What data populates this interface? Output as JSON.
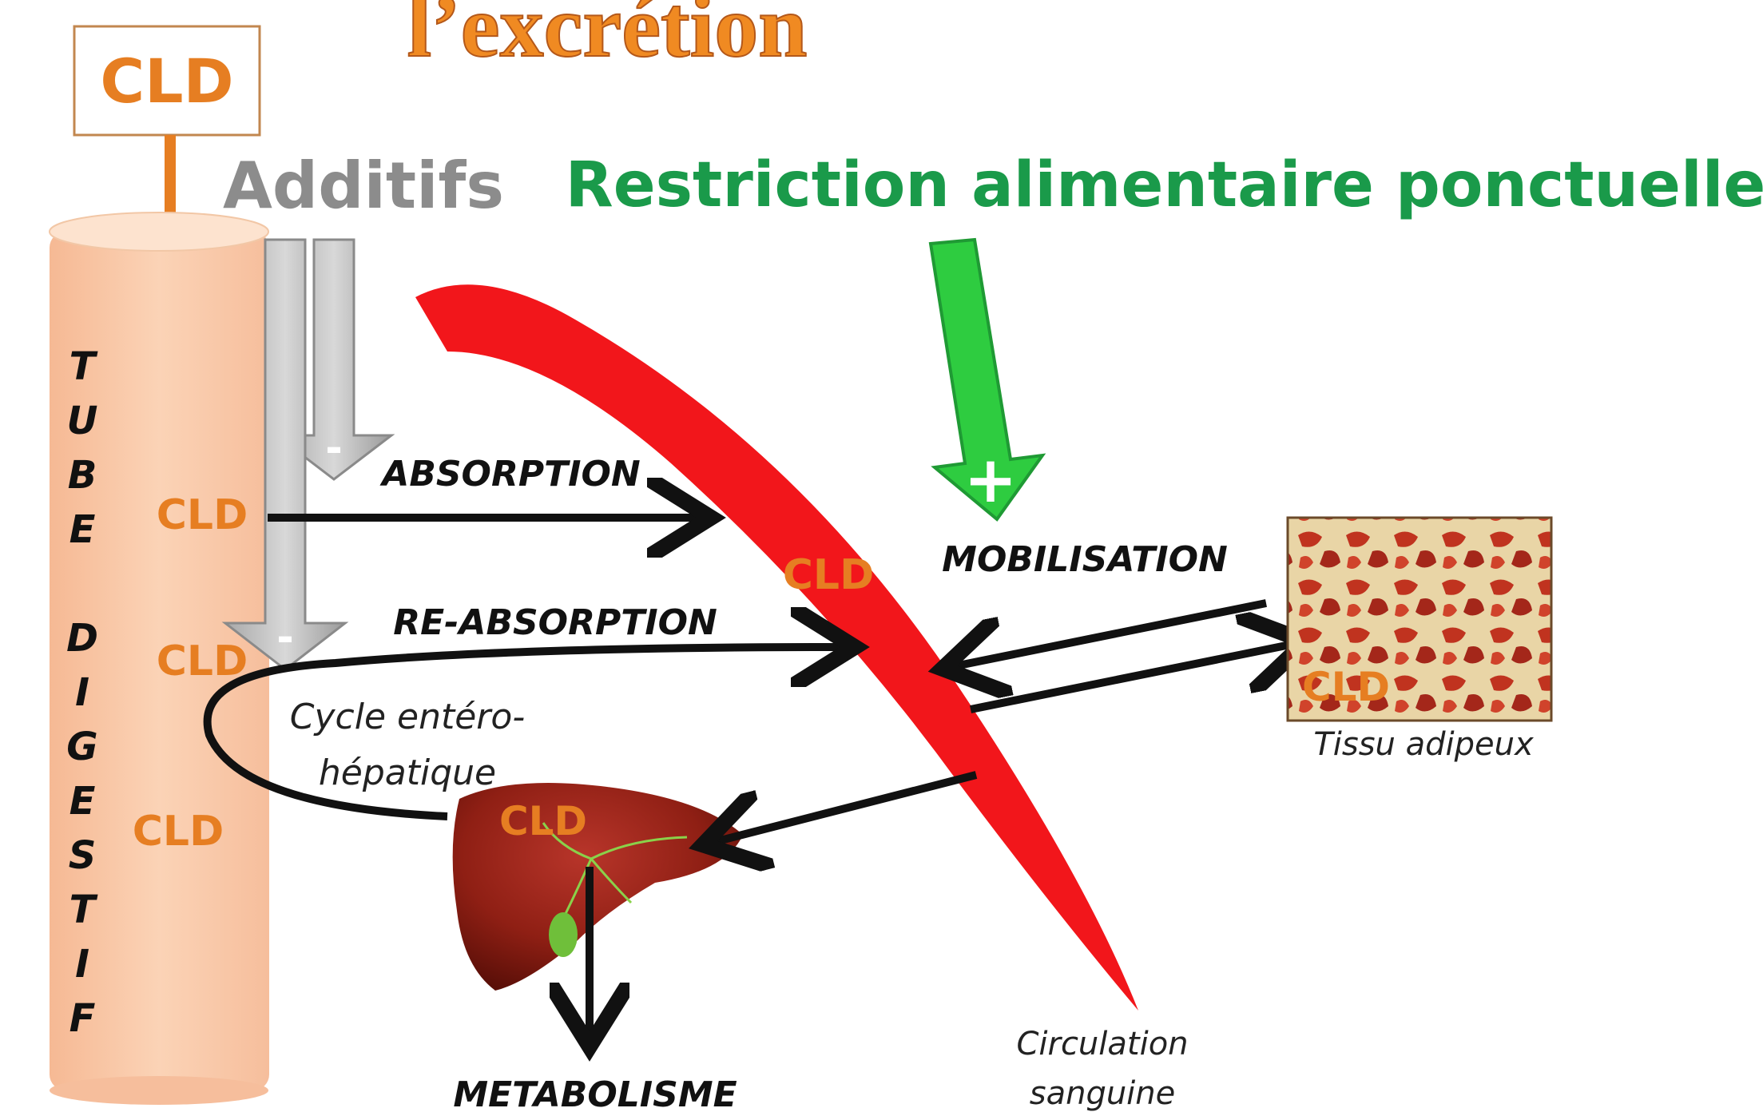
{
  "title": "l’excrétion",
  "cld_box_label": "CLD",
  "additifs_label": "Additifs",
  "restriction_label": "Restriction alimentaire ponctuelle",
  "tube_letters": [
    "T",
    "U",
    "B",
    "E",
    "D",
    "I",
    "G",
    "E",
    "S",
    "T",
    "I",
    "F"
  ],
  "tube_cld_labels": [
    "CLD",
    "CLD",
    "CLD"
  ],
  "absorption_label": "ABSORPTION",
  "reabsorption_label": "RE-ABSORPTION",
  "cycle_line1": "Cycle entéro-",
  "cycle_line2": "hépatique",
  "mobilisation_label": "MOBILISATION",
  "blood_cld_label": "CLD",
  "liver_cld_label": "CLD",
  "adipose_cld_label": "CLD",
  "tissu_adipeux_label": "Tissu adipeux",
  "circulation_line1": "Circulation",
  "circulation_line2": "sanguine",
  "metabolisme_label": "METABOLISME",
  "minus_sign": "-",
  "plus_sign": "+",
  "colors": {
    "orange": "#e67e22",
    "grey": "#8c8c8c",
    "green": "#1a9a4a",
    "blood_red": "#f2161b",
    "tube_fill": "#f9cba8",
    "liver": "#8f1f14"
  }
}
